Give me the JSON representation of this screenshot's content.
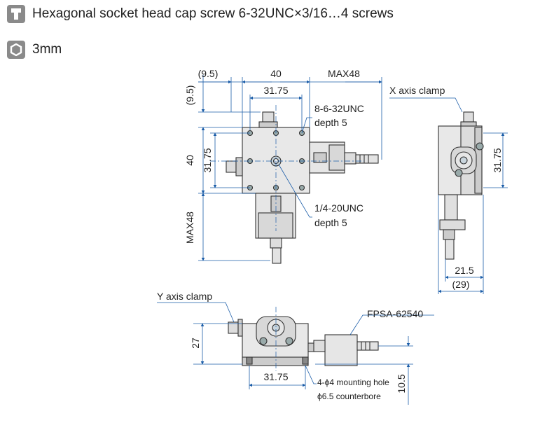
{
  "header": {
    "screw_line": "Hexagonal socket head cap screw 6-32UNC×3/16…4 screws",
    "wrench_line": "3mm",
    "screw_icon": "cap-screw-icon",
    "wrench_icon": "hex-key-icon"
  },
  "top_view": {
    "dim_offset": "(9.5)",
    "dim_width": "40",
    "dim_max": "MAX48",
    "dim_offset_v": "(9.5)",
    "dim_pitch_h": "31.75",
    "dim_height": "40",
    "dim_pitch_v": "31.75",
    "dim_max_v": "MAX48",
    "holes_label_1": "8-6-32UNC",
    "holes_label_2": "depth 5",
    "center_label_1": "1/4-20UNC",
    "center_label_2": "depth 5"
  },
  "side_view": {
    "clamp_label": "X axis clamp",
    "dim_pitch": "31.75",
    "dim_21_5": "21.5",
    "dim_29": "(29)"
  },
  "front_view": {
    "clamp_label": "Y axis clamp",
    "model_label": "FPSA-62540",
    "dim_27": "27",
    "dim_pitch": "31.75",
    "mount_label_1": "4-ϕ4 mounting hole",
    "mount_label_2": "ϕ6.5 counterbore",
    "dim_10_5": "10.5"
  },
  "colors": {
    "dimension": "#1a5ca8",
    "part_fill": "#e6e6e6",
    "part_stroke": "#333333"
  }
}
